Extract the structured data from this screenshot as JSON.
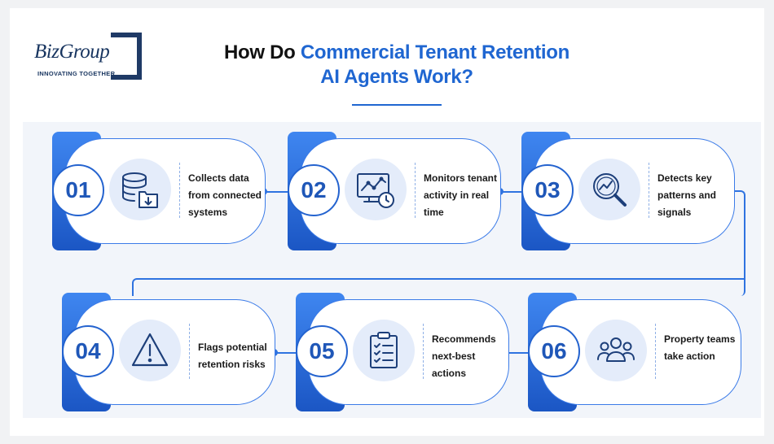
{
  "logo": {
    "word": "BizGroup",
    "tagline": "INNOVATING TOGETHER"
  },
  "title": {
    "prefix": "How Do ",
    "highlight": "Commercial Tenant Retention",
    "line2": "AI Agents Work?"
  },
  "colors": {
    "accent": "#1f66d1",
    "tab": "#2463cf",
    "icon_bg": "#e4ecfa",
    "panel_bg": "#f2f5fa"
  },
  "steps": [
    {
      "number": "01",
      "icon": "database-icon",
      "label": "Collects data from connected systems"
    },
    {
      "number": "02",
      "icon": "monitor-chart-icon",
      "label": "Monitors tenant activity in real time"
    },
    {
      "number": "03",
      "icon": "magnifier-chart-icon",
      "label": "Detects key patterns and signals"
    },
    {
      "number": "04",
      "icon": "warning-icon",
      "label": "Flags potential retention risks"
    },
    {
      "number": "05",
      "icon": "checklist-icon",
      "label": "Recommends next-best actions"
    },
    {
      "number": "06",
      "icon": "team-icon",
      "label": "Property teams take action"
    }
  ]
}
